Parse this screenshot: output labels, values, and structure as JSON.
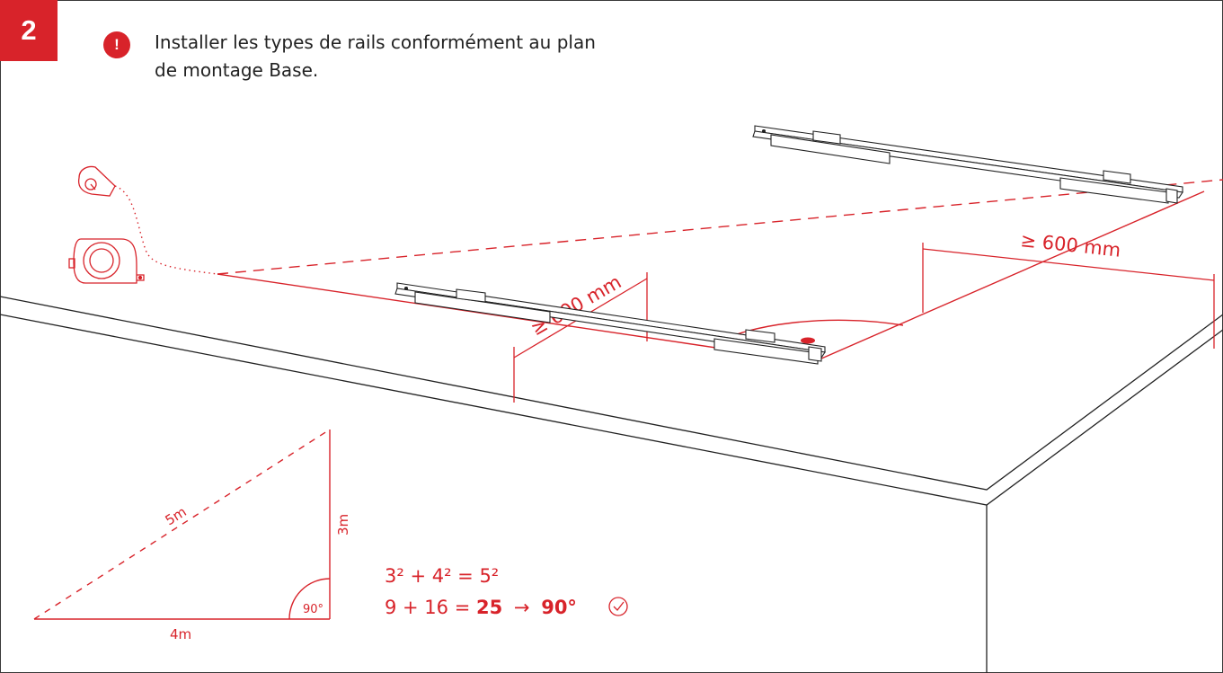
{
  "step": {
    "number": "2"
  },
  "warning": {
    "symbol": "!"
  },
  "instruction": {
    "line1": "Installer les types de rails conformément au plan",
    "line2": "de montage Base."
  },
  "dimensions": {
    "left_gap": "≥ 600 mm",
    "right_gap": "≥ 600 mm"
  },
  "triangle": {
    "hypotenuse": "5m",
    "vertical": "3m",
    "base": "4m",
    "angle": "90°"
  },
  "equation": {
    "line1": "3² + 4² = 5²",
    "line2_prefix": "9 + 16  = ",
    "line2_result": "25",
    "arrow": "→",
    "line2_angle": "90°"
  },
  "icons": [
    "tape-measure-icon",
    "check-circle-icon",
    "warning-icon"
  ],
  "colors": {
    "accent": "#d8232a",
    "ink": "#222222"
  }
}
